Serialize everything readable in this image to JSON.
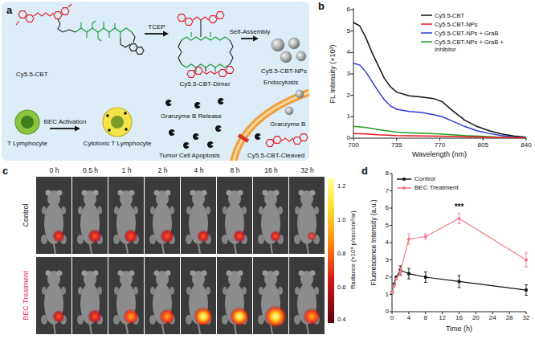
{
  "diagram": {
    "nodes": [
      {
        "text": [
          "a"
        ]
      },
      {
        "text": [
          "Cy5.5-CBT"
        ],
        "in": 0
      },
      {
        "text": [
          "Cy5.5-CBT-Dimer"
        ],
        "in": 0
      },
      {
        "text": [
          "Cy5.5-CBT-NPs"
        ],
        "in": 0
      },
      {
        "text": [
          "T Lymphocyte"
        ],
        "in": 0
      },
      {
        "text": [
          "Cytotoxic T Lymphocyte"
        ],
        "in": 0
      }
    ],
    "edges": [
      {
        "from": 1,
        "to": 2,
        "label": "TCEP",
        "arrow": "to"
      },
      {
        "from": 2,
        "to": 3,
        "label": "Self-Assembly",
        "arrow": "to"
      },
      {
        "from": 4,
        "to": 5,
        "label": "BEC Activation",
        "arrow": "to"
      }
    ],
    "labels": [
      "Endocytosis",
      "Granzyme B Release",
      "Granzyme B",
      "Tumor Cell Apoptosis",
      "Cy5.5-CBT-Cleaved",
      "b",
      "FL Intensity (×10³)",
      "0",
      "1",
      "2",
      "3",
      "4",
      "5",
      "6",
      "700",
      "735",
      "770",
      "805",
      "840",
      "Wavelength (nm)",
      "c",
      "0 h",
      "0.5 h",
      "1 h",
      "2 h",
      "4 h",
      "8 h",
      "16 h",
      "32 h",
      "Control",
      "BEC Treatment",
      "1.2",
      "1.0",
      "0.8",
      "0.6",
      "0.4",
      "Radiance (×10⁹ p/sec/cm²/sr)",
      "d",
      "Fluorescence Intensity (a.u.)",
      "0",
      "1",
      "2",
      "3",
      "4",
      "5",
      "6",
      "7",
      "8",
      "0",
      "4",
      "8",
      "12",
      "16",
      "20",
      "24",
      "28",
      "32",
      "Time (h)",
      "***"
    ],
    "legend": [
      {
        "text": "Cy5.5-CBT"
      },
      {
        "text": "Cy5.5-CBT-NPs"
      },
      {
        "text": "Cy5.5-CBT-NPs + GraB"
      },
      {
        "text": "Cy5.5-CBT-NPs + GraB + Inhibitor"
      },
      {
        "text": "Control"
      },
      {
        "text": "BEC Treatment"
      }
    ]
  }
}
